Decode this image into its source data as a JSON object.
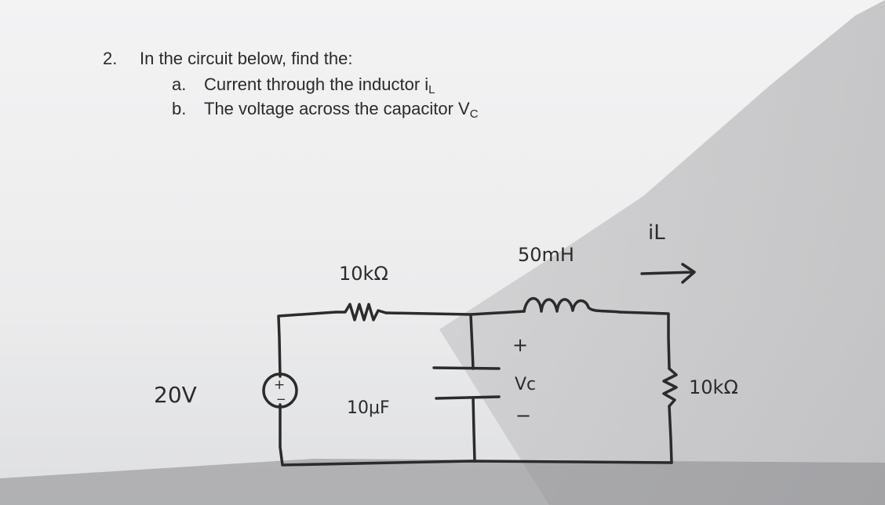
{
  "question": {
    "number": "2.",
    "prompt": "In the circuit below, find the:",
    "items": [
      {
        "marker": "a.",
        "text": "Current through the inductor i",
        "sub": "L"
      },
      {
        "marker": "b.",
        "text": "The voltage across the capacitor V",
        "sub": "C"
      }
    ]
  },
  "circuit": {
    "resistor1_label": "10kΩ",
    "inductor_label": "50mH",
    "current_label": "iL",
    "source_label": "20V",
    "capacitor_label": "10μF",
    "vc_plus": "+",
    "vc_label": "Vc",
    "vc_minus": "−",
    "resistor2_label": "10kΩ",
    "source_plus": "+",
    "source_minus": "−"
  }
}
